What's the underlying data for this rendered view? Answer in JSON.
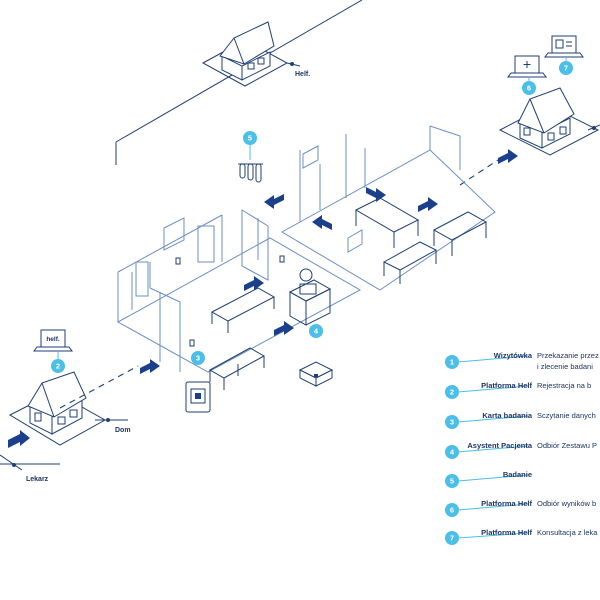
{
  "labels": {
    "top_house": "Helf.",
    "home": "Dom",
    "doctor": "Lekarz",
    "laptop_screen": "helf."
  },
  "markers": {
    "laptop_left": "2",
    "kiosk": "3",
    "assistant": "4",
    "test_tubes": "5",
    "laptop_right_a": "6",
    "laptop_right_b": "7"
  },
  "legend": {
    "items": [
      {
        "number": "1",
        "title": "Wizytówka",
        "desc_1": "Przekazanie przez",
        "desc_2": "i zlecenie badani"
      },
      {
        "number": "2",
        "title": "Platforma Helf",
        "desc_1": "Rejestracja na b",
        "desc_2": ""
      },
      {
        "number": "3",
        "title": "Karta badania",
        "desc_1": "Sczytanie danych",
        "desc_2": ""
      },
      {
        "number": "4",
        "title": "Asystent Pacjenta",
        "desc_1": "Odbiór Zestawu P",
        "desc_2": ""
      },
      {
        "number": "5",
        "title": "Badanie",
        "desc_1": "",
        "desc_2": ""
      },
      {
        "number": "6",
        "title": "Platforma Helf",
        "desc_1": "Odbiór wyników b",
        "desc_2": ""
      },
      {
        "number": "7",
        "title": "Platforma Helf",
        "desc_1": "Konsultacja z leka",
        "desc_2": ""
      }
    ]
  },
  "colors": {
    "line": "#1f3f73",
    "accent": "#4cbfe8",
    "arrow": "#1c3f8c"
  },
  "icons": [
    "house-icon",
    "laptop-icon",
    "test-tube-icon",
    "kiosk-icon",
    "box-icon",
    "arrow-icon"
  ]
}
